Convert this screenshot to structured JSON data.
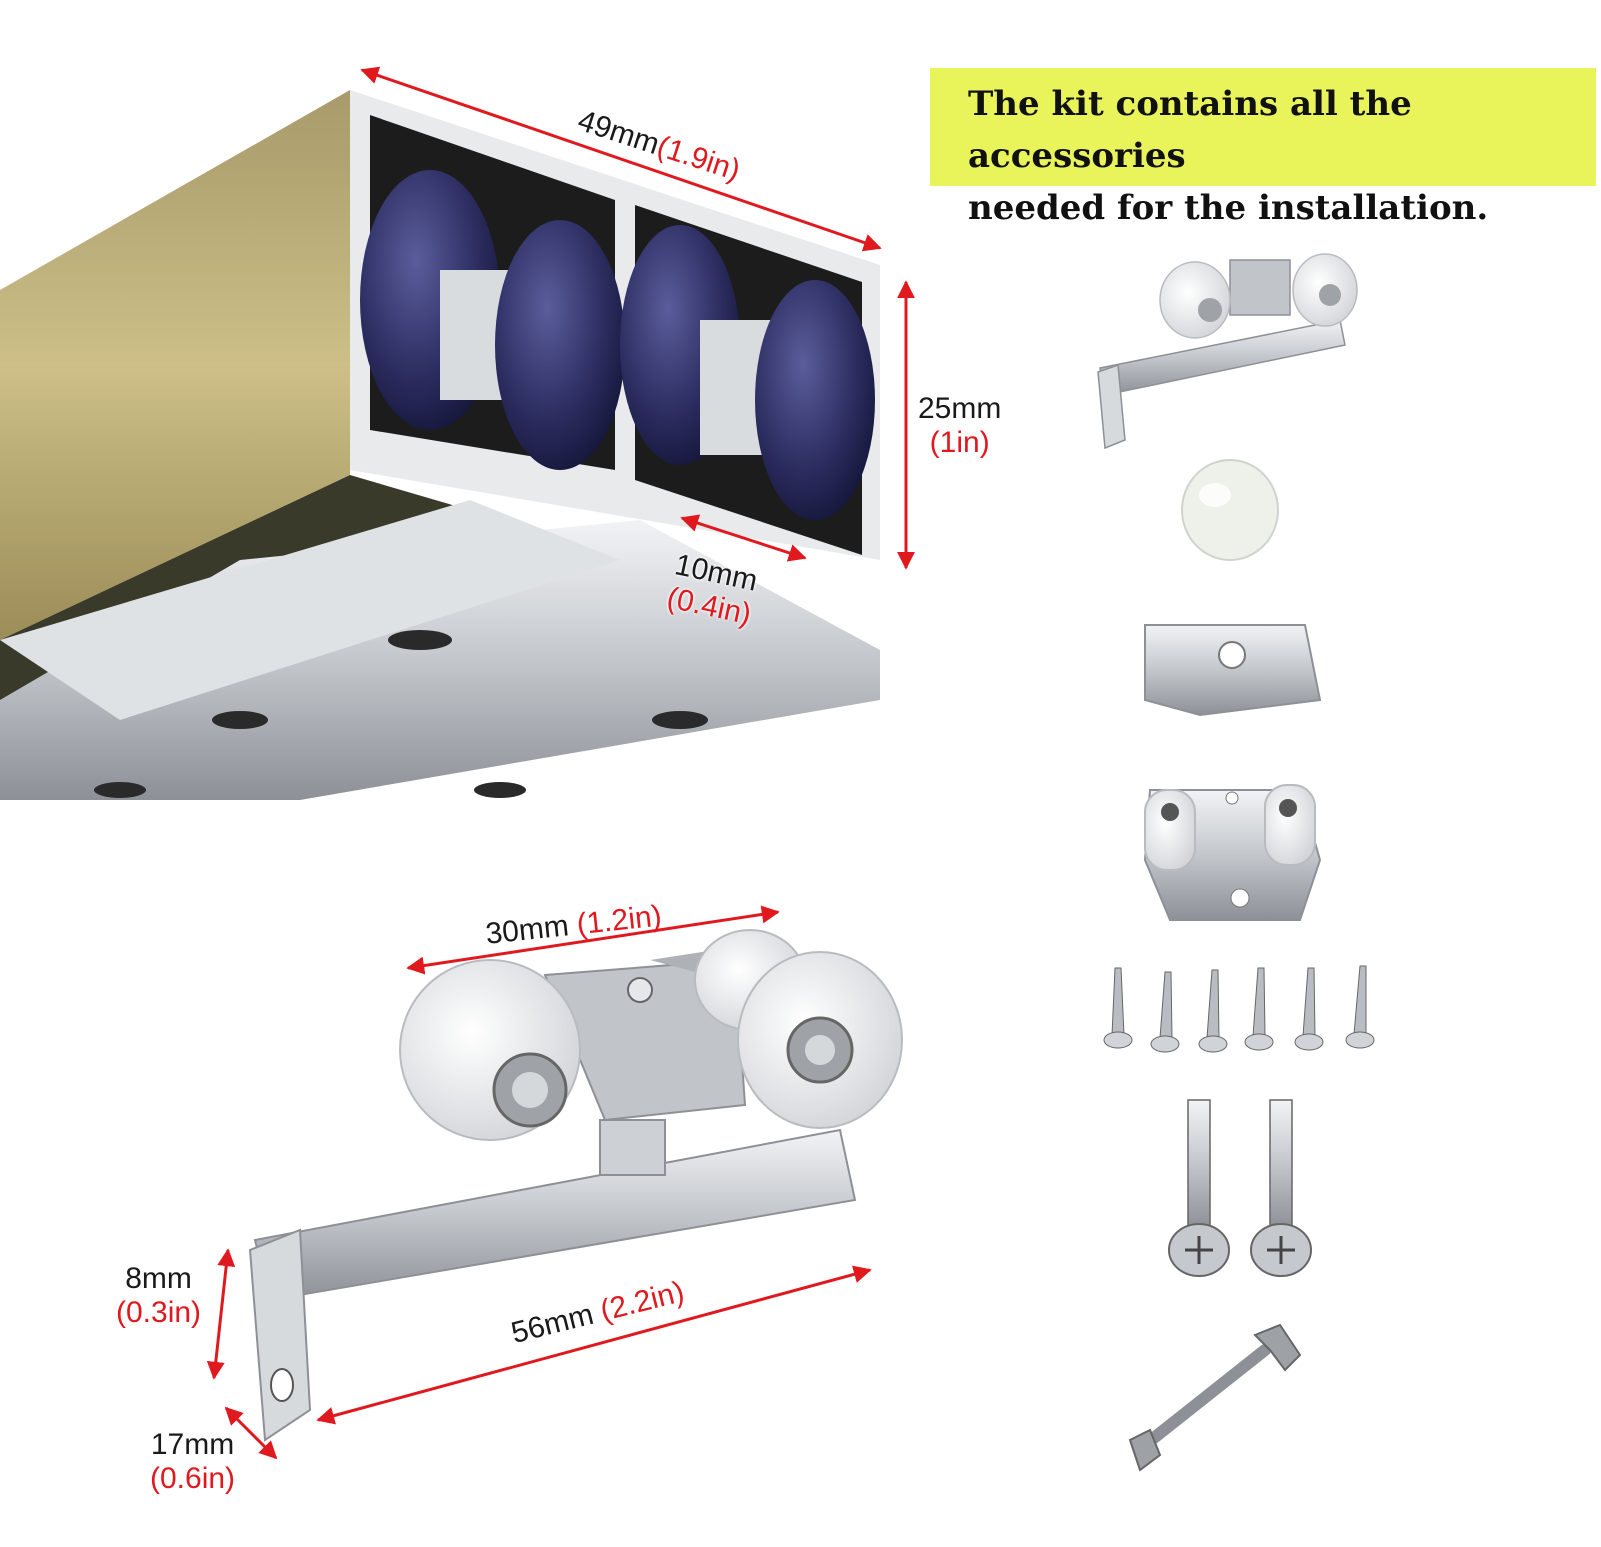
{
  "banner": {
    "text": "The kit contains all the accessories\nneeded for the installation.",
    "background": "#e9f45a"
  },
  "colors": {
    "dimension_arrow": "#e0191f",
    "dimension_text": "#1a1a1a",
    "inch_text": "#e0191f",
    "track_gold": "#b8a66e",
    "wheel_blue": "#2c2d5e",
    "steel": "#c9cdd2"
  },
  "dimensions": {
    "track_width": {
      "mm": "49mm",
      "inch": "(1.9in)"
    },
    "track_height": {
      "mm": "25mm",
      "inch": "(1in)"
    },
    "track_slot": {
      "mm": "10mm",
      "inch": "(0.4in)"
    },
    "trolley_top": {
      "mm": "30mm",
      "inch": "(1.2in)"
    },
    "trolley_length": {
      "mm": "56mm",
      "inch": "(2.2in)"
    },
    "trolley_tab_height": {
      "mm": "8mm",
      "inch": "(0.3in)"
    },
    "trolley_tab_width": {
      "mm": "17mm",
      "inch": "(0.6in)"
    }
  },
  "accessories": [
    {
      "name": "roller-trolley",
      "count": 1
    },
    {
      "name": "rubber-stopper",
      "count": 1
    },
    {
      "name": "mounting-clip",
      "count": 1
    },
    {
      "name": "floor-guide",
      "count": 1
    },
    {
      "name": "small-screw",
      "count": 6
    },
    {
      "name": "bolt",
      "count": 2
    },
    {
      "name": "wrench",
      "count": 1
    }
  ]
}
